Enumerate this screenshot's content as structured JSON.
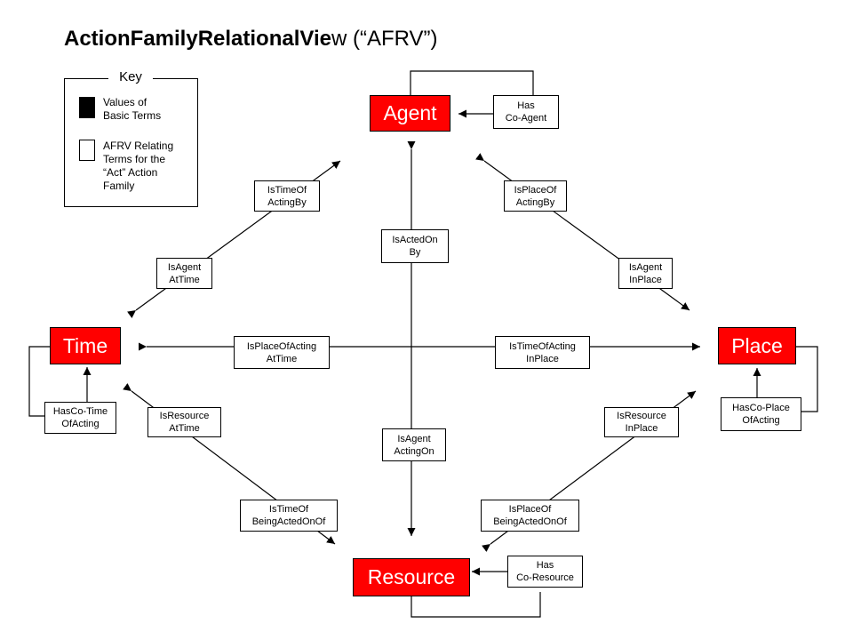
{
  "title": {
    "main": "ActionFamilyRelationalVie",
    "rest": "w (“AFRV”)"
  },
  "key": {
    "title": "Key",
    "items": [
      {
        "swatch": "black",
        "label": "Values of\nBasic Terms"
      },
      {
        "swatch": "white",
        "label": "AFRV Relating\nTerms for the\n“Act” Action\nFamily"
      }
    ]
  },
  "terms": {
    "agent": "Agent",
    "time": "Time",
    "place": "Place",
    "resource": "Resource"
  },
  "relations": {
    "has_co_agent": "Has\nCo-Agent",
    "is_time_of_acting_by": "IsTimeOf\nActingBy",
    "is_place_of_acting_by": "IsPlaceOf\nActingBy",
    "is_acted_on_by": "IsActedOn\nBy",
    "is_agent_at_time": "IsAgent\nAtTime",
    "is_agent_in_place": "IsAgent\nInPlace",
    "is_place_of_acting_at_time": "IsPlaceOfActing\nAtTime",
    "is_time_of_acting_in_place": "IsTimeOfActing\nInPlace",
    "has_co_time_of_acting": "HasCo-Time\nOfActing",
    "has_co_place_of_acting": "HasCo-Place\nOfActing",
    "is_resource_at_time": "IsResource\nAtTime",
    "is_resource_in_place": "IsResource\nInPlace",
    "is_agent_acting_on": "IsAgent\nActingOn",
    "is_time_of_being_acted_on_of": "IsTimeOf\nBeingActedOnOf",
    "is_place_of_being_acted_on_of": "IsPlaceOf\nBeingActedOnOf",
    "has_co_resource": "Has\nCo-Resource"
  },
  "colors": {
    "term_fill": "#ff0000",
    "term_text": "#ffffff",
    "line": "#000000"
  }
}
